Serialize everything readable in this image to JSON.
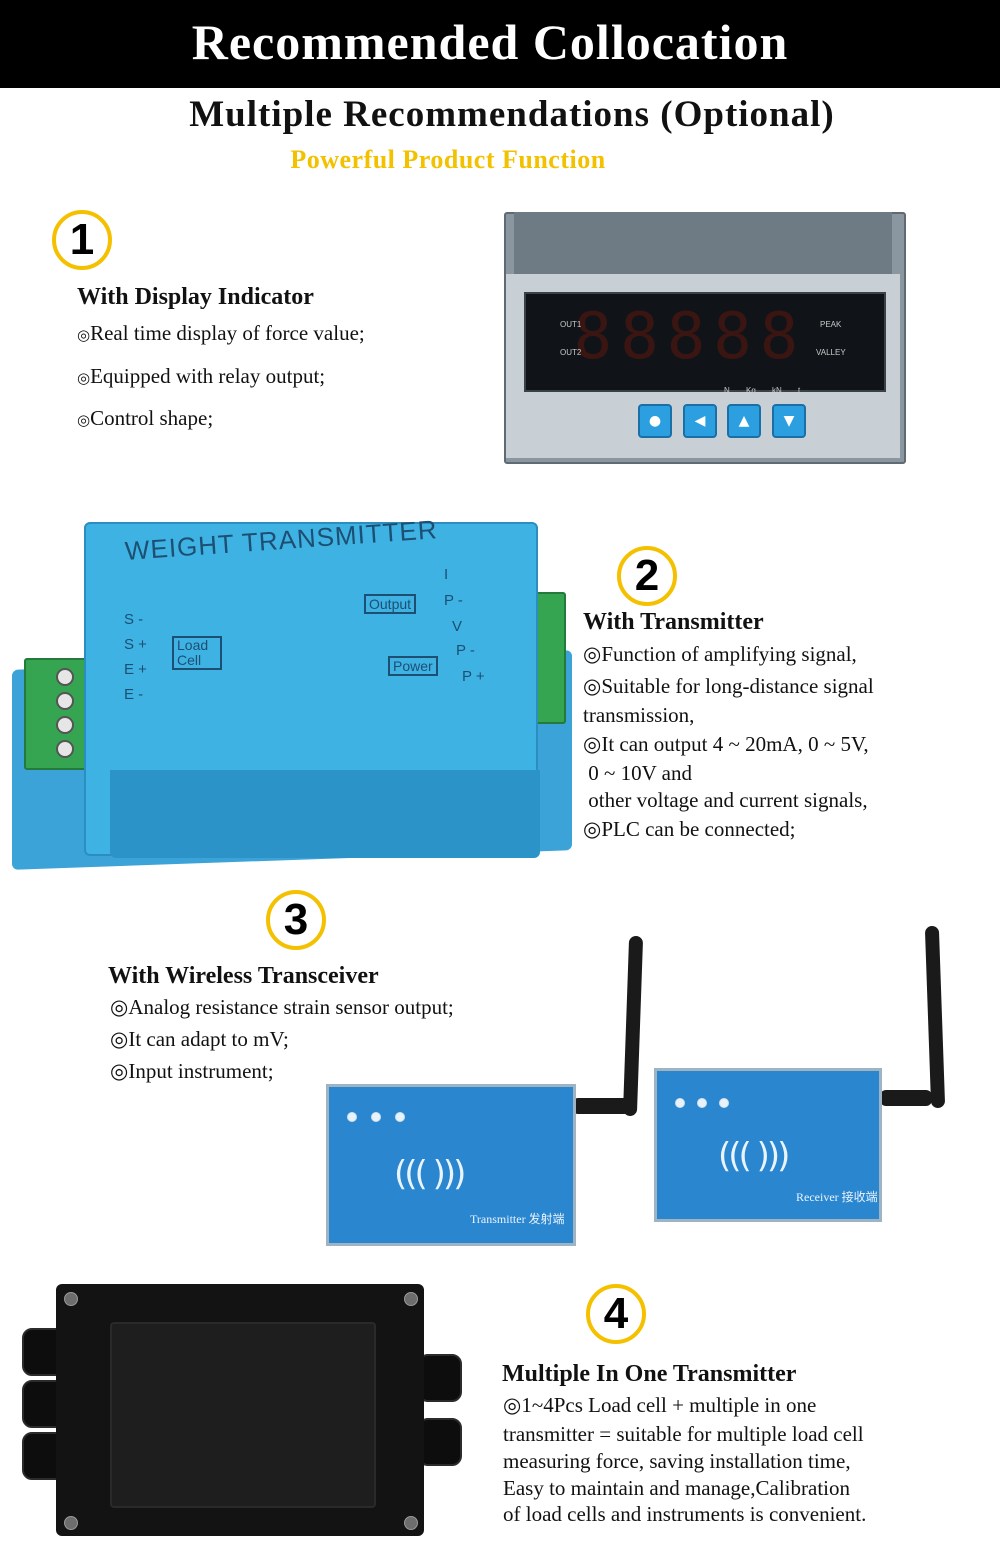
{
  "header": {
    "title": "Recommended Collocation"
  },
  "intro": {
    "subtitle": "Multiple Recommendations (Optional)",
    "tagline": "Powerful Product Function"
  },
  "sections": [
    {
      "number": "1",
      "title": "With Display Indicator",
      "bullet": "◎",
      "lines": [
        "Real time display of force value;",
        "Equipped with relay output;",
        "Control shape;"
      ]
    },
    {
      "number": "2",
      "title": "With Transmitter",
      "bullet": "◎",
      "lines": [
        "Function of amplifying signal,",
        "Suitable for long-distance signal",
        "transmission,",
        "It can output 4 ~ 20mA, 0 ~ 5V,",
        " 0 ~ 10V and",
        " other voltage and current signals,",
        "PLC can be connected;"
      ]
    },
    {
      "number": "3",
      "title": "With Wireless Transceiver",
      "bullet": "◎",
      "lines": [
        "Analog resistance strain sensor output;",
        "It can adapt to mV;",
        "Input instrument;"
      ]
    },
    {
      "number": "4",
      "title": "Multiple In One Transmitter",
      "bullet": "◎",
      "lines": [
        "1~4Pcs Load cell + multiple in one",
        "transmitter = suitable for multiple load cell",
        "measuring force, saving installation time,",
        "Easy to maintain and manage,Calibration",
        "of load cells and instruments is convenient."
      ]
    }
  ],
  "device_indicator": {
    "left_labels": [
      "OUT1",
      "OUT2"
    ],
    "right_labels": [
      "PEAK",
      "VALLEY"
    ],
    "unit_labels": [
      "N",
      "Kg",
      "kN",
      "t"
    ],
    "digits": "88888",
    "buttons": [
      "●",
      "◀",
      "▲",
      "▼"
    ]
  },
  "device_transmitter": {
    "title": "WEIGHT TRANSMITTER",
    "left_pins": [
      "S -",
      "S +",
      "E +",
      "E -"
    ],
    "right_pins": [
      "I",
      "P -",
      "V",
      "P -",
      "P +"
    ],
    "load_cell": "Load Cell",
    "output": "Output",
    "power": "Power"
  },
  "device_wireless": {
    "transmitter_label": "Transmitter 发射端",
    "receiver_label": "Receiver 接收端",
    "waves": "((( )))"
  }
}
